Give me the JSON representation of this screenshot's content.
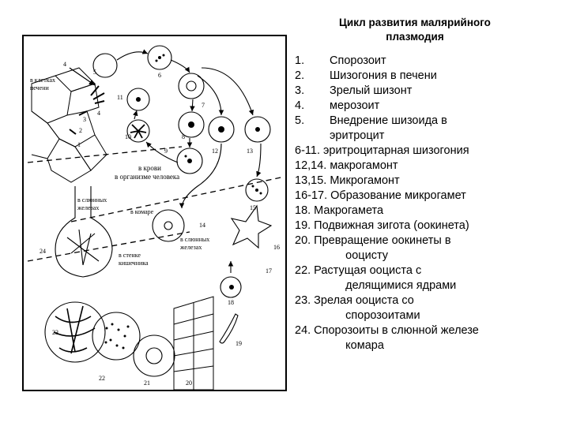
{
  "title": {
    "line1": "Цикл развития малярийного",
    "line2": "плазмодия"
  },
  "figure": {
    "labels": {
      "liver": [
        "в клетках",
        "печени"
      ],
      "blood": [
        "в крови",
        "в организме человека"
      ],
      "mosq_gut": [
        "в слюнных",
        "железах"
      ],
      "mosquito": "в комаре",
      "salivary": [
        "в слюнных",
        "железах"
      ],
      "gut_wall": [
        "в стенке",
        "кишечника"
      ]
    },
    "numbers": [
      "4",
      "5",
      "6",
      "11",
      "7",
      "3",
      "4",
      "2",
      "1",
      "10",
      "9",
      "8",
      "12",
      "13",
      "14",
      "15",
      "16",
      "17",
      "18",
      "19",
      "24",
      "23",
      "22",
      "21",
      "20"
    ]
  },
  "legend": [
    {
      "num": "1.",
      "text": "Спорозоит"
    },
    {
      "num": "2.",
      "text": "Шизогония в печени"
    },
    {
      "num": "3.",
      "text": "Зрелый шизонт"
    },
    {
      "num": "4.",
      "text": "мерозоит"
    },
    {
      "num": "5.",
      "text": "Внедрение шизоида в",
      "cont": "эритроцит"
    },
    {
      "num": "6-11.",
      "text": "эритроцитарная шизогония"
    },
    {
      "num": "12,14.",
      "text": "макрогамонт"
    },
    {
      "num": "13,15.",
      "text": "Микрогамонт"
    },
    {
      "num": "16-17.",
      "text": "Образование микрогамет"
    },
    {
      "num": "18.",
      "text": "Макрогамета"
    },
    {
      "num": "19.",
      "text": "Подвижная зигота (оокинета)"
    },
    {
      "num": "20.",
      "text": "Превращение оокинеты в",
      "cont": "ооцисту"
    },
    {
      "num": "22.",
      "text": "Растущая ооциста с",
      "cont": "делящимися ядрами"
    },
    {
      "num": "23.",
      "text": "Зрелая ооциста со",
      "cont": "спорозоитами"
    },
    {
      "num": "24.",
      "text": "Спорозоиты в слюнной железе",
      "cont": "комара"
    }
  ]
}
